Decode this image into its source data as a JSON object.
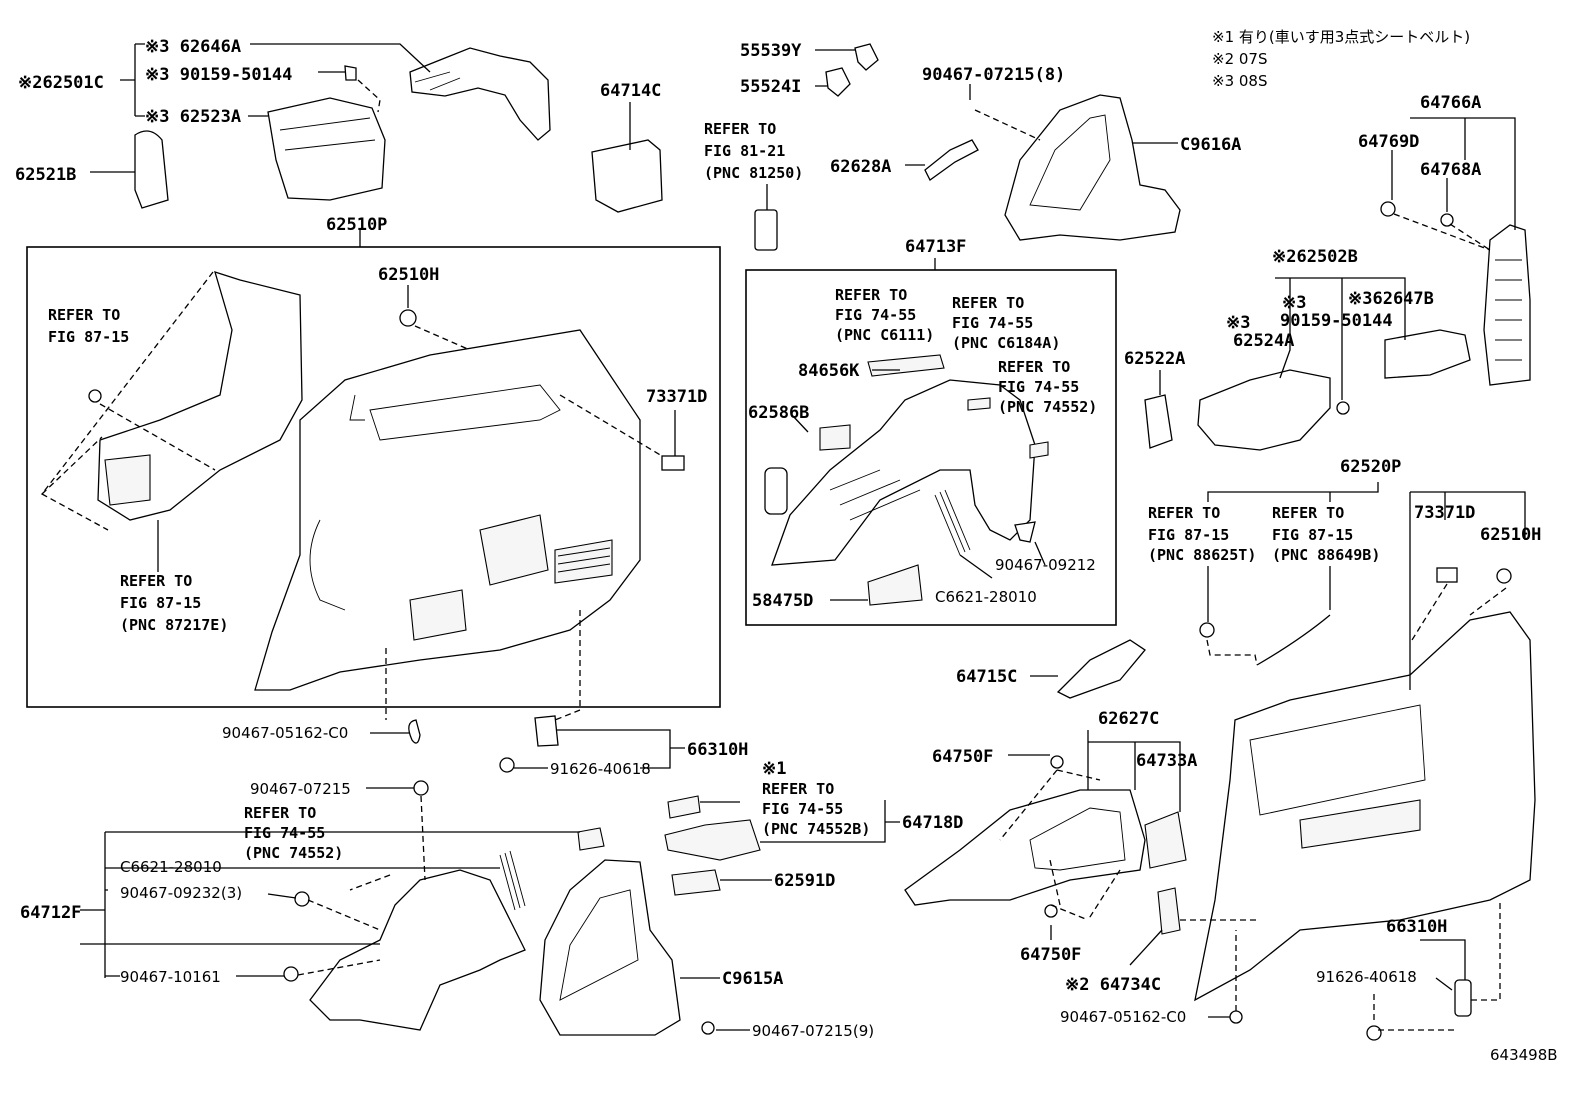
{
  "notes": [
    "※1 有り(車いす用3点式シートベルト)",
    "※2 07S",
    "※3 08S"
  ],
  "diagram_code": "643498B",
  "labels": {
    "l62646A": "※3 62646A",
    "l62501C": "※262501C",
    "l90159a": "※3 90159-50144",
    "l62523A": "※3 62523A",
    "l62521B": "62521B",
    "l55539Y": "55539Y",
    "l55524I": "55524I",
    "l64714C": "64714C",
    "l90467_07215_8": "90467-07215(8)",
    "lC9616A": "C9616A",
    "l62628A": "62628A",
    "l64766A": "64766A",
    "l64769D": "64769D",
    "l64768A": "64768A",
    "l62510P": "62510P",
    "l62510H_a": "62510H",
    "l73371D_a": "73371D",
    "l64713F": "64713F",
    "l84656K": "84656K",
    "l62586B": "62586B",
    "l58475D": "58475D",
    "l90467_09212": "90467-09212",
    "lC6621_a": "C6621-28010",
    "l62522A": "62522A",
    "l62502B": "※262502B",
    "l62647B": "※362647B",
    "l62524A_n": "※3",
    "l62524A": "62524A",
    "l90159b_n": "※3",
    "l90159b": "90159-50144",
    "l62520P": "62520P",
    "l73371D_b": "73371D",
    "l62510H_b": "62510H",
    "l90467_05162_a": "90467-05162-C0",
    "l66310H_a": "66310H",
    "l91626_a": "91626-40618",
    "l90467_07215": "90467-07215",
    "lC6621_b": "C6621-28010",
    "l90467_09232": "90467-09232(3)",
    "l64712F": "64712F",
    "l90467_10161": "90467-10161",
    "lC9615A": "C9615A",
    "l90467_07215_9": "90467-07215(9)",
    "l64718D_n": "※1",
    "l64718D": "64718D",
    "l62591D": "62591D",
    "l64715C": "64715C",
    "l62627C": "62627C",
    "l64750F_a": "64750F",
    "l64733A": "64733A",
    "l64750F_b": "64750F",
    "l64734C": "※2 64734C",
    "l90467_05162_b": "90467-05162-C0",
    "l66310H_b": "66310H",
    "l91626_b": "91626-40618"
  },
  "refs": {
    "r81_21": [
      "REFER TO",
      "FIG 81-21",
      "(PNC 81250)"
    ],
    "r87_15_a": [
      "REFER TO",
      "FIG 87-15"
    ],
    "r87_15_b": [
      "REFER TO",
      "FIG 87-15",
      "(PNC 87217E)"
    ],
    "r74_55_a": [
      "REFER TO",
      "FIG 74-55",
      "(PNC C6111)"
    ],
    "r74_55_b": [
      "REFER TO",
      "FIG 74-55",
      "(PNC C6184A)"
    ],
    "r74_55_c": [
      "REFER TO",
      "FIG 74-55",
      "(PNC 74552)"
    ],
    "r87_15_c": [
      "REFER TO",
      "FIG 87-15",
      "(PNC 88625T)"
    ],
    "r87_15_d": [
      "REFER TO",
      "FIG 87-15",
      "(PNC 88649B)"
    ],
    "r74_55_d": [
      "REFER TO",
      "FIG 74-55",
      "(PNC 74552)"
    ],
    "r74_55_e": [
      "REFER TO",
      "FIG 74-55",
      "(PNC 74552B)"
    ]
  }
}
